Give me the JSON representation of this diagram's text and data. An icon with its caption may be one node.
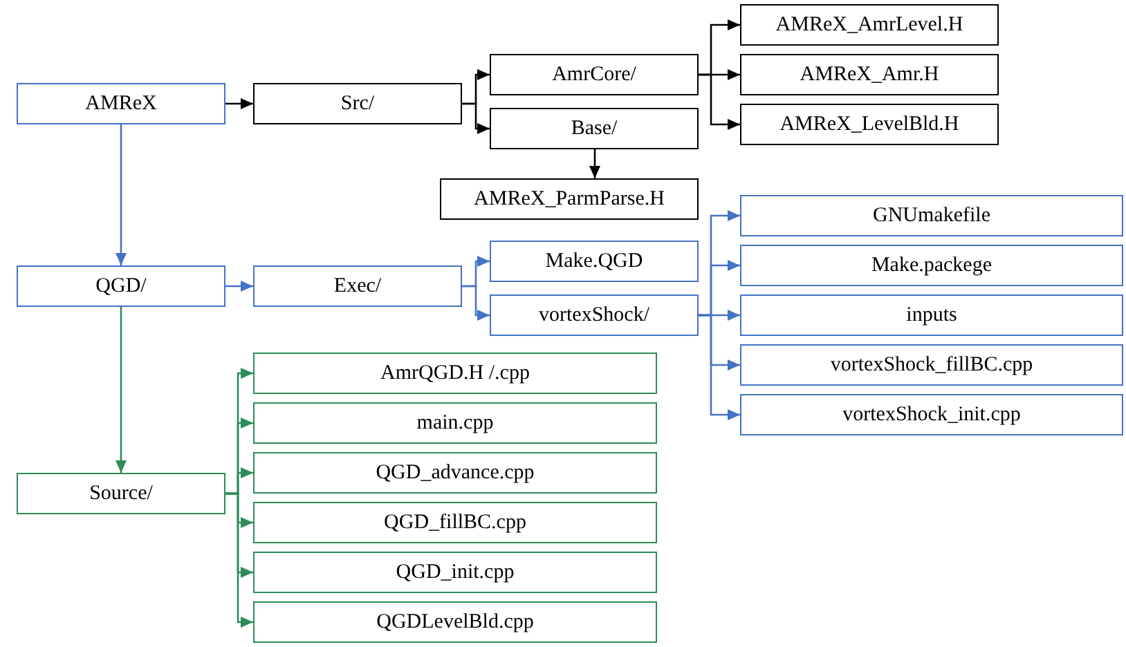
{
  "diagram": {
    "nodes": [
      {
        "text": [
          "AMReX"
        ]
      },
      {
        "text": [
          "Src/"
        ]
      },
      {
        "text": [
          "AmrCore/"
        ]
      },
      {
        "text": [
          "Base/"
        ]
      },
      {
        "text": [
          "AMReX_AmrLevel.H"
        ]
      },
      {
        "text": [
          "AMReX_Amr.H"
        ]
      },
      {
        "text": [
          "AMReX_LevelBld.H"
        ]
      },
      {
        "text": [
          "AMReX_ParmParse.H"
        ]
      },
      {
        "text": [
          "QGD/"
        ]
      },
      {
        "text": [
          "Exec/"
        ]
      },
      {
        "text": [
          "Make.QGD"
        ]
      },
      {
        "text": [
          "vortexShock/"
        ]
      },
      {
        "text": [
          "GNUmakefile"
        ]
      },
      {
        "text": [
          "Make.packege"
        ]
      },
      {
        "text": [
          "inputs"
        ]
      },
      {
        "text": [
          "vortexShock_fillBC.cpp"
        ]
      },
      {
        "text": [
          "vortexShock_init.cpp"
        ]
      },
      {
        "text": [
          "Source/"
        ]
      },
      {
        "text": [
          "AmrQGD.H /.cpp"
        ]
      },
      {
        "text": [
          "main.cpp"
        ]
      },
      {
        "text": [
          "QGD_advance.cpp"
        ]
      },
      {
        "text": [
          "QGD_fillBC.cpp"
        ]
      },
      {
        "text": [
          "QGD_init.cpp"
        ]
      },
      {
        "text": [
          "QGDLevelBld.cpp"
        ]
      }
    ],
    "edges": [
      {
        "from": 0,
        "to": 1,
        "arrow": "to",
        "color": "#000000"
      },
      {
        "from": 1,
        "to": 2,
        "arrow": "to",
        "color": "#000000"
      },
      {
        "from": 1,
        "to": 3,
        "arrow": "to",
        "color": "#000000"
      },
      {
        "from": 2,
        "to": 4,
        "arrow": "to",
        "color": "#000000"
      },
      {
        "from": 2,
        "to": 5,
        "arrow": "to",
        "color": "#000000"
      },
      {
        "from": 2,
        "to": 6,
        "arrow": "to",
        "color": "#000000"
      },
      {
        "from": 3,
        "to": 7,
        "arrow": "to",
        "color": "#000000"
      },
      {
        "from": 0,
        "to": 8,
        "arrow": "to"
      },
      {
        "from": 8,
        "to": 9,
        "arrow": "to"
      },
      {
        "from": 9,
        "to": 10,
        "arrow": "to"
      },
      {
        "from": 9,
        "to": 11,
        "arrow": "to"
      },
      {
        "from": 11,
        "to": 12,
        "arrow": "to"
      },
      {
        "from": 11,
        "to": 13,
        "arrow": "to"
      },
      {
        "from": 11,
        "to": 14,
        "arrow": "to"
      },
      {
        "from": 11,
        "to": 15,
        "arrow": "to"
      },
      {
        "from": 11,
        "to": 16,
        "arrow": "to"
      },
      {
        "from": 8,
        "to": 17,
        "arrow": "to",
        "color": "#2e8b5a"
      },
      {
        "from": 17,
        "to": 18,
        "arrow": "to",
        "color": "#2e8b5a"
      },
      {
        "from": 17,
        "to": 19,
        "arrow": "to",
        "color": "#2e8b5a"
      },
      {
        "from": 17,
        "to": 20,
        "arrow": "to",
        "color": "#2e8b5a"
      },
      {
        "from": 17,
        "to": 21,
        "arrow": "to",
        "color": "#2e8b5a"
      },
      {
        "from": 17,
        "to": 22,
        "arrow": "to",
        "color": "#2e8b5a"
      },
      {
        "from": 17,
        "to": 23,
        "arrow": "to",
        "color": "#2e8b5a"
      }
    ]
  }
}
